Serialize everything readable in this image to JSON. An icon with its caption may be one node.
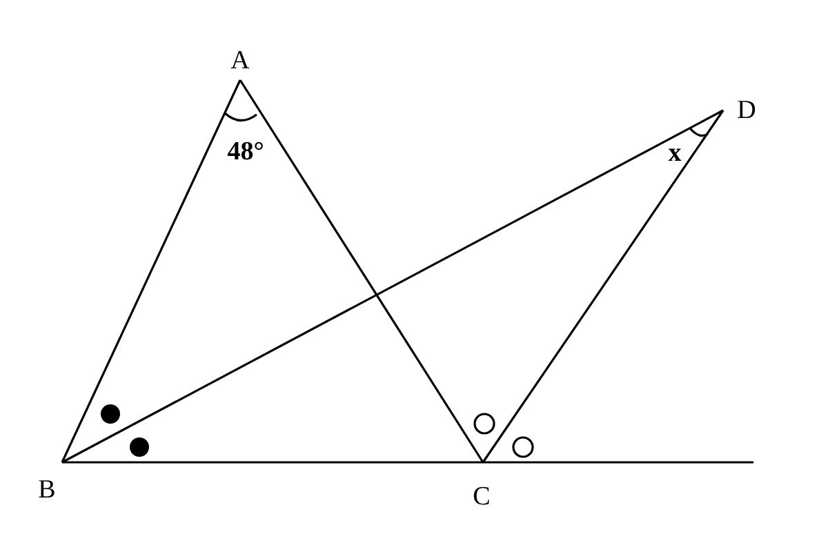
{
  "diagram": {
    "labels": [
      "A",
      "48°",
      "x",
      "D",
      "B",
      "C"
    ]
  }
}
